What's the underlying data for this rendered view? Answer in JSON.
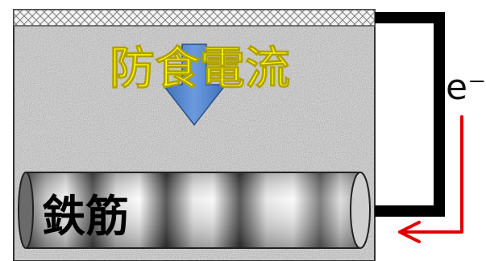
{
  "diagram": {
    "labels": {
      "protective_current": "防食電流",
      "rebar": "鉄筋",
      "electron": "e⁻"
    },
    "colors": {
      "concrete_base": "#9a9a9a",
      "coating_hatch": "#7a7a7a",
      "current_text": "#ffff00",
      "current_arrow": "#4a7ec8",
      "wire": "#000000",
      "electron_flow": "#e00000",
      "rebar_text": "#000000"
    },
    "icons": {
      "current_arrow": "down-arrow-icon",
      "electron_arrow": "electron-flow-arrow-icon"
    }
  }
}
